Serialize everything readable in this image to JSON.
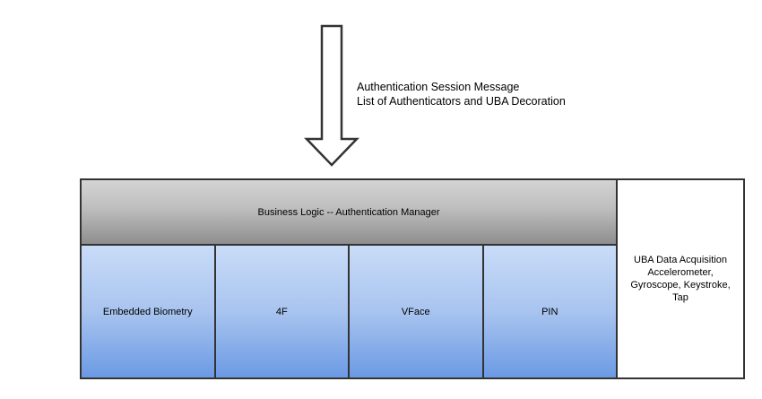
{
  "colors": {
    "background": "#ffffff",
    "border": "#333333",
    "gray_gradient_top": "#d4d4d4",
    "gray_gradient_bottom": "#8e8e8e",
    "blue_gradient_top": "#c9dcf8",
    "blue_gradient_bottom": "#6b9ae4",
    "text": "#000000"
  },
  "arrow": {
    "icon": "down-arrow-icon",
    "style": "hollow outlined downward arrow"
  },
  "annotation": {
    "line1": "Authentication Session Message",
    "line2": "List of Authenticators and UBA Decoration"
  },
  "diagram": {
    "manager": {
      "label": "Business Logic -- Authentication Manager"
    },
    "authenticators": [
      {
        "label": "Embedded Biometry"
      },
      {
        "label": "4F"
      },
      {
        "label": "VFace"
      },
      {
        "label": "PIN"
      }
    ],
    "uba_panel": {
      "lines": [
        "UBA Data Acquisition",
        "Accelerometer,",
        "Gyroscope, Keystroke,",
        "Tap"
      ]
    }
  }
}
